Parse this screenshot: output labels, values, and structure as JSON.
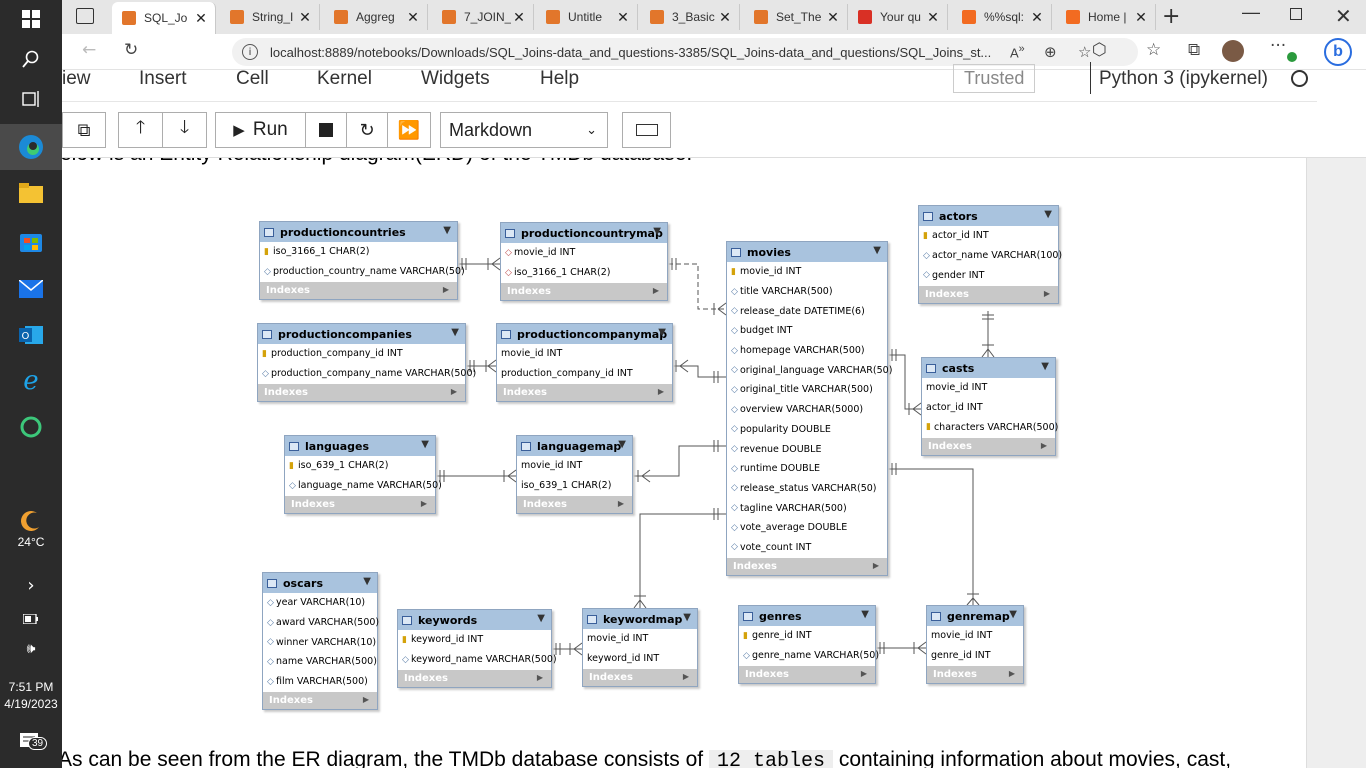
{
  "taskbar": {
    "weather": "24°C",
    "time": "7:51 PM",
    "date": "4/19/2023",
    "notification_count": "39"
  },
  "tabs": [
    {
      "label": "SQL_Jo",
      "icon": "jupyter-icon",
      "color": "#e2762b",
      "active": true
    },
    {
      "label": "String_I",
      "icon": "jupyter-icon",
      "color": "#e2762b"
    },
    {
      "label": "Aggreg",
      "icon": "jupyter-icon",
      "color": "#e2762b"
    },
    {
      "label": "7_JOIN_",
      "icon": "jupyter-icon",
      "color": "#e2762b"
    },
    {
      "label": "Untitle",
      "icon": "jupyter-icon",
      "color": "#e2762b"
    },
    {
      "label": "3_Basic",
      "icon": "jupyter-icon",
      "color": "#e2762b"
    },
    {
      "label": "Set_The",
      "icon": "jupyter-icon",
      "color": "#e2762b"
    },
    {
      "label": "Your qu",
      "icon": "gmail-icon",
      "color": "#d93025"
    },
    {
      "label": "%%sql:",
      "icon": "c-icon",
      "color": "#f26b21"
    },
    {
      "label": "Home |",
      "icon": "c-icon",
      "color": "#f26b21"
    }
  ],
  "address_bar": {
    "url": "localhost:8889/notebooks/Downloads/SQL_Joins-data_and_questions-3385/SQL_Joins-data_and_questions/SQL_Joins_st..."
  },
  "jupyter": {
    "menu": [
      "iew",
      "Insert",
      "Cell",
      "Kernel",
      "Widgets",
      "Help"
    ],
    "trusted": "Trusted",
    "kernel": "Python 3 (ipykernel)",
    "run_label": "Run",
    "cell_type": "Markdown"
  },
  "notebook": {
    "top_text": "elow is an Entity Relationship diagram(ERD) of the TMDb database.",
    "bottom_before": "As can be seen from the ER diagram, the TMDb database consists of",
    "bottom_code": "12 tables",
    "bottom_after": "containing information about movies, cast,"
  },
  "er": {
    "index_label": "Indexes",
    "tables": {
      "productioncountries": {
        "title": "productioncountries",
        "columns": [
          {
            "t": "k",
            "name": "iso_3166_1 CHAR(2)"
          },
          {
            "t": "d",
            "name": "production_country_name VARCHAR(50)"
          }
        ]
      },
      "productioncountrymap": {
        "title": "productioncountrymap",
        "columns": [
          {
            "t": "r",
            "name": "movie_id INT"
          },
          {
            "t": "r",
            "name": "iso_3166_1 CHAR(2)"
          }
        ]
      },
      "productioncompanies": {
        "title": "productioncompanies",
        "columns": [
          {
            "t": "k",
            "name": "production_company_id INT"
          },
          {
            "t": "d",
            "name": "production_company_name VARCHAR(500)"
          }
        ]
      },
      "productioncompanymap": {
        "title": "productioncompanymap",
        "columns": [
          {
            "t": "",
            "name": "movie_id INT"
          },
          {
            "t": "",
            "name": "production_company_id INT"
          }
        ]
      },
      "languages": {
        "title": "languages",
        "columns": [
          {
            "t": "k",
            "name": "iso_639_1 CHAR(2)"
          },
          {
            "t": "d",
            "name": "language_name VARCHAR(50)"
          }
        ]
      },
      "languagemap": {
        "title": "languagemap",
        "columns": [
          {
            "t": "",
            "name": "movie_id INT"
          },
          {
            "t": "",
            "name": "iso_639_1 CHAR(2)"
          }
        ]
      },
      "movies": {
        "title": "movies",
        "columns": [
          {
            "t": "k",
            "name": "movie_id INT"
          },
          {
            "t": "d",
            "name": "title VARCHAR(500)"
          },
          {
            "t": "d",
            "name": "release_date DATETIME(6)"
          },
          {
            "t": "d",
            "name": "budget INT"
          },
          {
            "t": "d",
            "name": "homepage VARCHAR(500)"
          },
          {
            "t": "d",
            "name": "original_language VARCHAR(50)"
          },
          {
            "t": "d",
            "name": "original_title VARCHAR(500)"
          },
          {
            "t": "d",
            "name": "overview VARCHAR(5000)"
          },
          {
            "t": "d",
            "name": "popularity DOUBLE"
          },
          {
            "t": "d",
            "name": "revenue DOUBLE"
          },
          {
            "t": "d",
            "name": "runtime DOUBLE"
          },
          {
            "t": "d",
            "name": "release_status VARCHAR(50)"
          },
          {
            "t": "d",
            "name": "tagline VARCHAR(500)"
          },
          {
            "t": "d",
            "name": "vote_average DOUBLE"
          },
          {
            "t": "d",
            "name": "vote_count INT"
          }
        ]
      },
      "actors": {
        "title": "actors",
        "columns": [
          {
            "t": "k",
            "name": "actor_id INT"
          },
          {
            "t": "d",
            "name": "actor_name VARCHAR(100)"
          },
          {
            "t": "d",
            "name": "gender INT"
          }
        ]
      },
      "casts": {
        "title": "casts",
        "columns": [
          {
            "t": "",
            "name": "movie_id INT"
          },
          {
            "t": "",
            "name": "actor_id INT"
          },
          {
            "t": "k",
            "name": "characters VARCHAR(500)"
          }
        ]
      },
      "oscars": {
        "title": "oscars",
        "columns": [
          {
            "t": "d",
            "name": "year VARCHAR(10)"
          },
          {
            "t": "d",
            "name": "award VARCHAR(500)"
          },
          {
            "t": "d",
            "name": "winner VARCHAR(10)"
          },
          {
            "t": "d",
            "name": "name VARCHAR(500)"
          },
          {
            "t": "d",
            "name": "film VARCHAR(500)"
          }
        ]
      },
      "keywords": {
        "title": "keywords",
        "columns": [
          {
            "t": "k",
            "name": "keyword_id INT"
          },
          {
            "t": "d",
            "name": "keyword_name VARCHAR(500)"
          }
        ]
      },
      "keywordmap": {
        "title": "keywordmap",
        "columns": [
          {
            "t": "",
            "name": "movie_id INT"
          },
          {
            "t": "",
            "name": "keyword_id INT"
          }
        ]
      },
      "genres": {
        "title": "genres",
        "columns": [
          {
            "t": "k",
            "name": "genre_id INT"
          },
          {
            "t": "d",
            "name": "genre_name VARCHAR(50)"
          }
        ]
      },
      "genremap": {
        "title": "genremap",
        "columns": [
          {
            "t": "",
            "name": "movie_id INT"
          },
          {
            "t": "",
            "name": "genre_id INT"
          }
        ]
      }
    }
  }
}
